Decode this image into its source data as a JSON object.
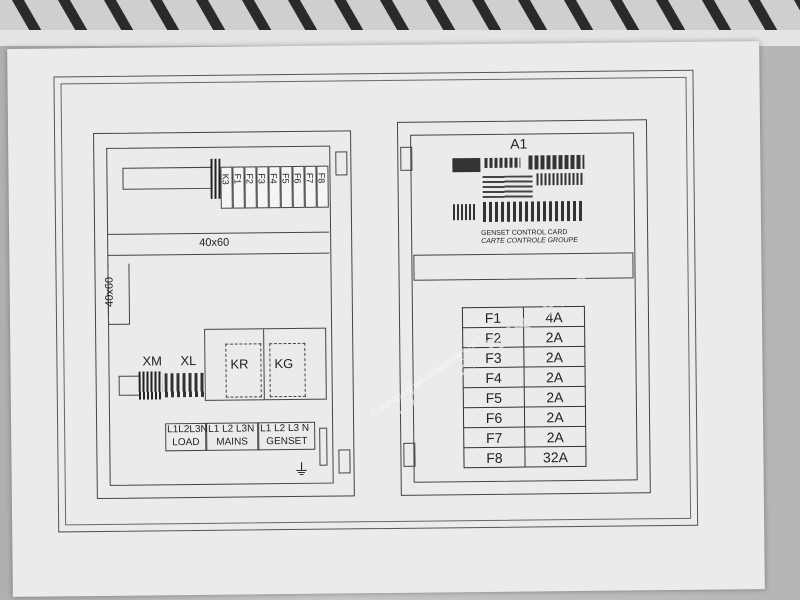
{
  "diagram": {
    "left_panel": {
      "fuse_terminals": [
        "K3",
        "F1",
        "F2",
        "F3",
        "F4",
        "F5",
        "F6",
        "F7",
        "F8"
      ],
      "rail_horizontal": "40x60",
      "rail_vertical": "40x60",
      "connector_xm": "XM",
      "connector_xl": "XL",
      "relay_kr": "KR",
      "relay_kg": "KG",
      "terminal_groups": [
        {
          "phases": "L1L2L3N",
          "name": "LOAD"
        },
        {
          "phases": "L1 L2 L3N",
          "name": "MAINS"
        },
        {
          "phases": "L1 L2 L3 N",
          "name": "GENSET"
        }
      ],
      "ground_symbol": "⏚"
    },
    "right_panel": {
      "module_id": "A1",
      "card_title_en": "GENSET CONTROL CARD",
      "card_title_fr": "CARTE CONTROLE GROUPE",
      "fuses": [
        {
          "name": "F1",
          "rating": "4A"
        },
        {
          "name": "F2",
          "rating": "2A"
        },
        {
          "name": "F3",
          "rating": "2A"
        },
        {
          "name": "F4",
          "rating": "2A"
        },
        {
          "name": "F5",
          "rating": "2A"
        },
        {
          "name": "F6",
          "rating": "2A"
        },
        {
          "name": "F7",
          "rating": "2A"
        },
        {
          "name": "F8",
          "rating": "32A"
        }
      ]
    }
  },
  "watermark": {
    "main": "DPX POWER EUROPE B",
    "sub": "© europe-tradusmachines.nl"
  }
}
